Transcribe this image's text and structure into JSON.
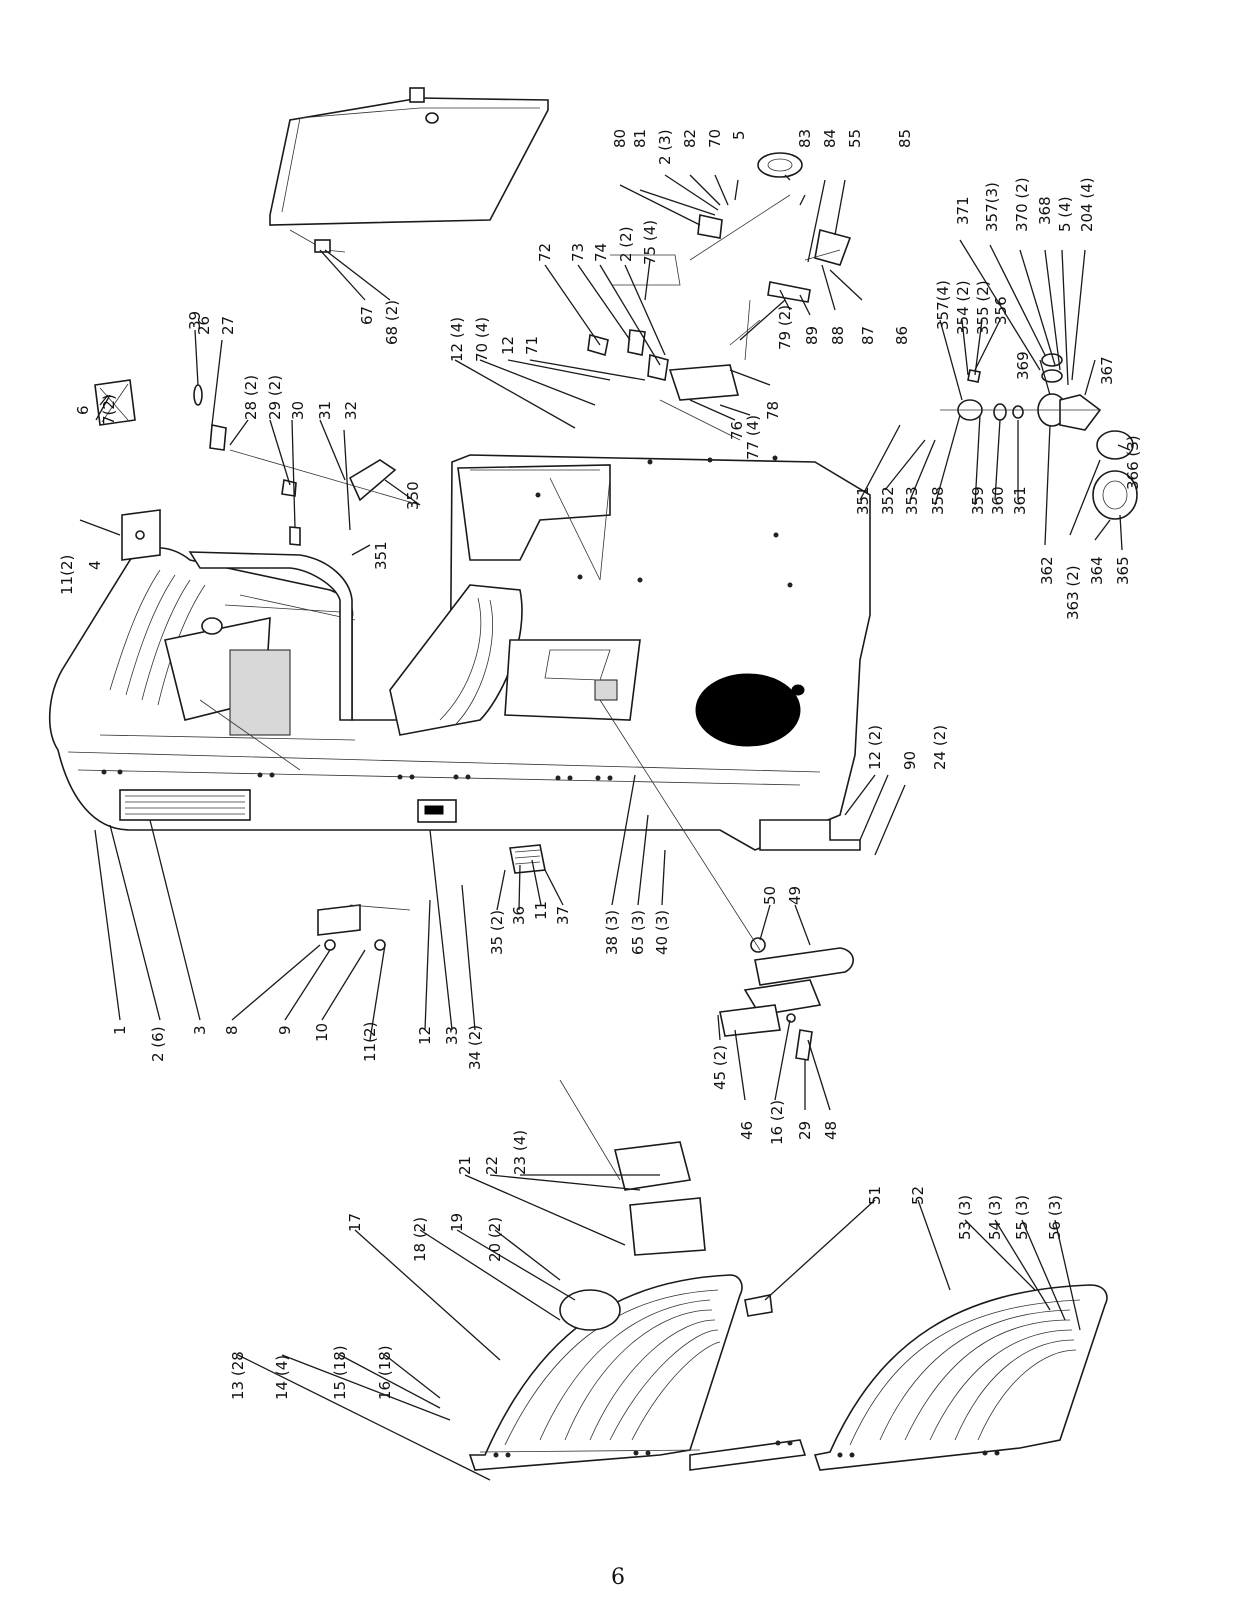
{
  "page": {
    "number": "6"
  },
  "callouts": {
    "c1": "1",
    "c2_6": "2 (6)",
    "c3": "3",
    "c8": "8",
    "c9": "9",
    "c10": "10",
    "c11_2a": "11(2)",
    "c12a": "12",
    "c33": "33",
    "c34_2": "34 (2)",
    "c35_2": "35 (2)",
    "c36": "36",
    "c11b": "11",
    "c37": "37",
    "c38_3": "38 (3)",
    "c65_3": "65 (3)",
    "c40_3": "40 (3)",
    "c11_2b": "11(2)",
    "c4": "4",
    "c6": "6",
    "c7_2": "7(2)",
    "c39": "39",
    "c26": "26",
    "c27": "27",
    "c28_2": "28 (2)",
    "c29_2": "29 (2)",
    "c30": "30",
    "c31": "31",
    "c32": "32",
    "c350": "350",
    "c351a": "351",
    "c67": "67",
    "c68_2": "68 (2)",
    "c12_4": "12 (4)",
    "c70_4": "70 (4)",
    "c12b": "12",
    "c71": "71",
    "c72": "72",
    "c73": "73",
    "c74": "74",
    "c2_2": "2 (2)",
    "c75_4": "75 (4)",
    "c76": "76",
    "c77_4": "77 (4)",
    "c78": "78",
    "c79_2": "79 (2)",
    "c80": "80",
    "c81": "81",
    "c2_3": "2 (3)",
    "c82": "82",
    "c70": "70",
    "c5": "5",
    "c83": "83",
    "c84": "84",
    "c55": "55",
    "c85": "85",
    "c89": "89",
    "c88": "88",
    "c87": "87",
    "c86": "86",
    "c351b": "351",
    "c352": "352",
    "c353": "353",
    "c358": "358",
    "c359": "359",
    "c360": "360",
    "c361": "361",
    "c362": "362",
    "c363_2": "363 (2)",
    "c364": "364",
    "c365": "365",
    "c366_3": "366 (3)",
    "c367": "367",
    "c369": "369",
    "c357_4": "357(4)",
    "c354_2": "354 (2)",
    "c355_2": "355 (2)",
    "c356": "356",
    "c371": "371",
    "c357_3": "357(3)",
    "c370_2": "370 (2)",
    "c368": "368",
    "c5_4": "5 (4)",
    "c204_4": "204 (4)",
    "c12_2": "12 (2)",
    "c90": "90",
    "c24_2": "24 (2)",
    "c50": "50",
    "c49": "49",
    "c45_2": "45 (2)",
    "c46": "46",
    "c16_2": "16 (2)",
    "c29": "29",
    "c48": "48",
    "c21": "21",
    "c22": "22",
    "c23_4": "23 (4)",
    "c13_28": "13 (28",
    "c14_4": "14 (4)",
    "c15_18": "15 (18)",
    "c16_18": "16 (18)",
    "c17": "17",
    "c18_2": "18 (2)",
    "c19": "19",
    "c20_2": "20 (2)",
    "c51": "51",
    "c52": "52",
    "c53_3": "53 (3)",
    "c54_3": "54 (3)",
    "c55_3": "55 (3)",
    "c56_3": "56 (3)"
  }
}
